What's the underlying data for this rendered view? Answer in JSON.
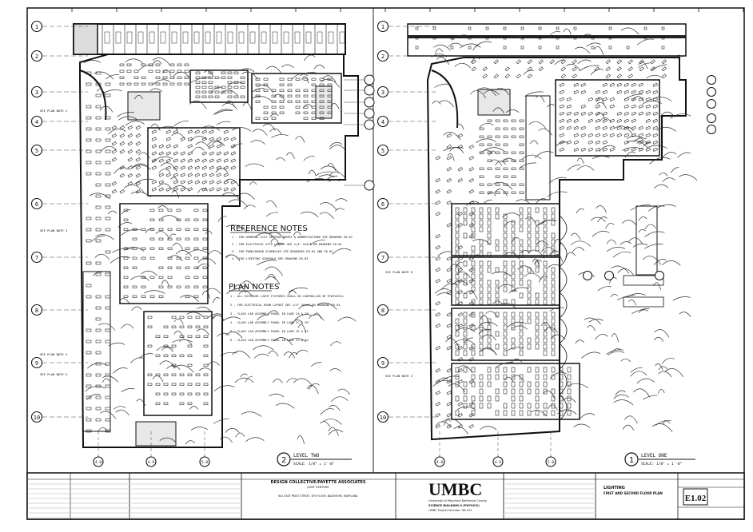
{
  "left_sheet": {
    "grid_labels": [
      "1",
      "2",
      "3",
      "4",
      "5",
      "6",
      "7",
      "8",
      "9",
      "10"
    ],
    "column_labels": [
      "4.8",
      "4.9",
      "5.0"
    ],
    "see_plan_notes": [
      "SEE PLAN NOTE 2",
      "SEE PLAN NOTE 3",
      "SEE PLAN NOTE 4",
      "SEE PLAN NOTE 5"
    ],
    "reference_notes": {
      "title": "REFERENCE NOTES",
      "items": [
        "1 - FOR GENERAL LIST GENERAL NOTES & ABBREVIATIONS SEE DRAWING E0.01",
        "2 - FOR ELECTRICAL SITE LAYOUT SEE 1/4\" SCALE ON DRAWING E0.01",
        "3 - FOR PANELBOARD SCHEDULES SEE DRAWINGS E6.01 AND E6.02",
        "4 - FOR LIGHTING SCHEDULE SEE DRAWING E6.03"
      ]
    },
    "plan_notes": {
      "title": "PLAN NOTES",
      "items": [
        "1 - ALL EXTERIOR LIGHT FIXTURES SHALL BE CONTROLLED BY PHOTOCELL",
        "2 - FOR ELECTRICAL ROOM LAYOUT SEE 1/4\" SCALE ON DRAWING E5.01",
        "3 - CLASS LAB ASSEMBLY PANEL IN LABS 2A & 2B",
        "4 - CLASS LAB ASSEMBLY PANEL IN LABS 2C & 2D",
        "5 - CLASS LAB ASSEMBLY PANEL IN LABS 2E & 2F",
        "6 - CLASS LAB ASSEMBLY PANEL IN LABS 2G & 2H"
      ]
    },
    "plan_title": {
      "number": "2",
      "name": "LEVEL TWO",
      "scale": "SCALE: 1/8\" = 1'-0\""
    }
  },
  "right_sheet": {
    "grid_labels": [
      "1",
      "2",
      "3",
      "4",
      "5",
      "6",
      "7",
      "8",
      "9",
      "10"
    ],
    "column_labels": [
      "4.8",
      "4.9",
      "5.0"
    ],
    "see_plan_notes": [
      "SEE PLAN NOTE 6",
      "SEE PLAN NOTE 4"
    ],
    "plan_title": {
      "number": "1",
      "name": "LEVEL ONE",
      "scale": "SCALE: 1/8\" = 1'-0\""
    }
  },
  "title_block": {
    "architect_line1": "DESIGN COLLECTIVE/PAYETTE ASSOCIATES",
    "architect_line2": "JOINT VENTURE",
    "architect_address": "601 EAST PRATT STREET, 6TH FLOOR, BALTIMORE, MARYLAND",
    "client_logo": "UMBC",
    "client_line1": "University of Maryland Baltimore County",
    "client_line2": "SCIENCE BUILDING II (PHYSICS)",
    "client_line3": "UMBC Project Number: 98-101",
    "drawing_title_line1": "LIGHTING",
    "drawing_title_line2": "FIRST AND SECOND FLOOR PLAN",
    "sheet_number": "E1.02"
  }
}
